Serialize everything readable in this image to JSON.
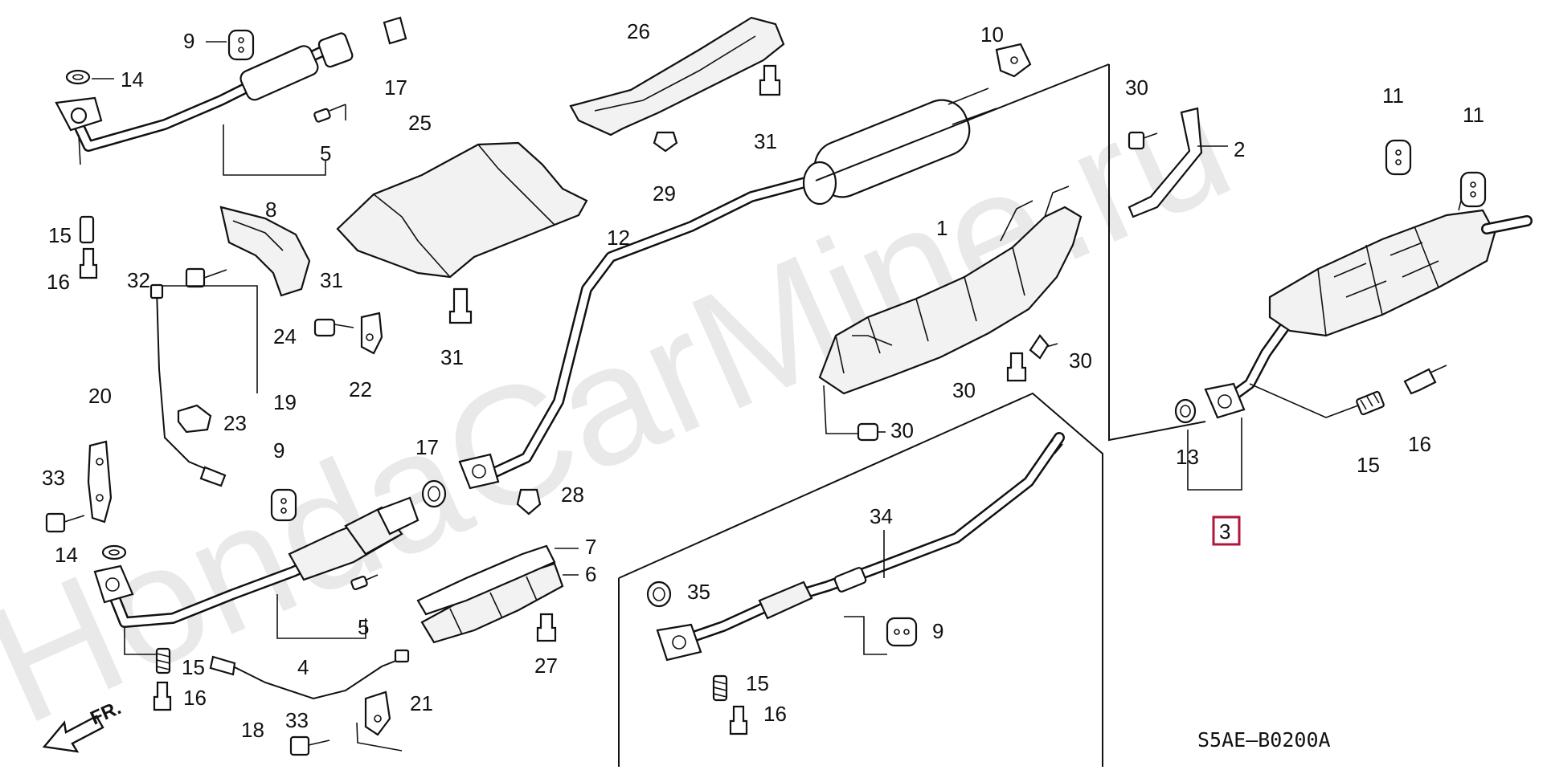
{
  "watermark": "HondaCarMine.ru",
  "diagram_code": "S5AE–B0200A",
  "front_marker": "FR.",
  "highlight_color": "#b0173a",
  "callouts": {
    "c1": "1",
    "c2": "2",
    "c3": "3",
    "c4": "4",
    "c5a": "5",
    "c5b": "5",
    "c6": "6",
    "c7": "7",
    "c8": "8",
    "c9a": "9",
    "c9b": "9",
    "c9c": "9",
    "c10": "10",
    "c11a": "11",
    "c11b": "11",
    "c12": "12",
    "c13": "13",
    "c14a": "14",
    "c14b": "14",
    "c15a": "15",
    "c15b": "15",
    "c15c": "15",
    "c15d": "15",
    "c16a": "16",
    "c16b": "16",
    "c16c": "16",
    "c16d": "16",
    "c17a": "17",
    "c17b": "17",
    "c18": "18",
    "c19": "19",
    "c20": "20",
    "c21": "21",
    "c22": "22",
    "c23": "23",
    "c24": "24",
    "c25": "25",
    "c26": "26",
    "c27": "27",
    "c28": "28",
    "c29": "29",
    "c30a": "30",
    "c30b": "30",
    "c30c": "30",
    "c30d": "30",
    "c31a": "31",
    "c31b": "31",
    "c31c": "31",
    "c32": "32",
    "c33a": "33",
    "c33b": "33",
    "c34": "34",
    "c35": "35"
  }
}
